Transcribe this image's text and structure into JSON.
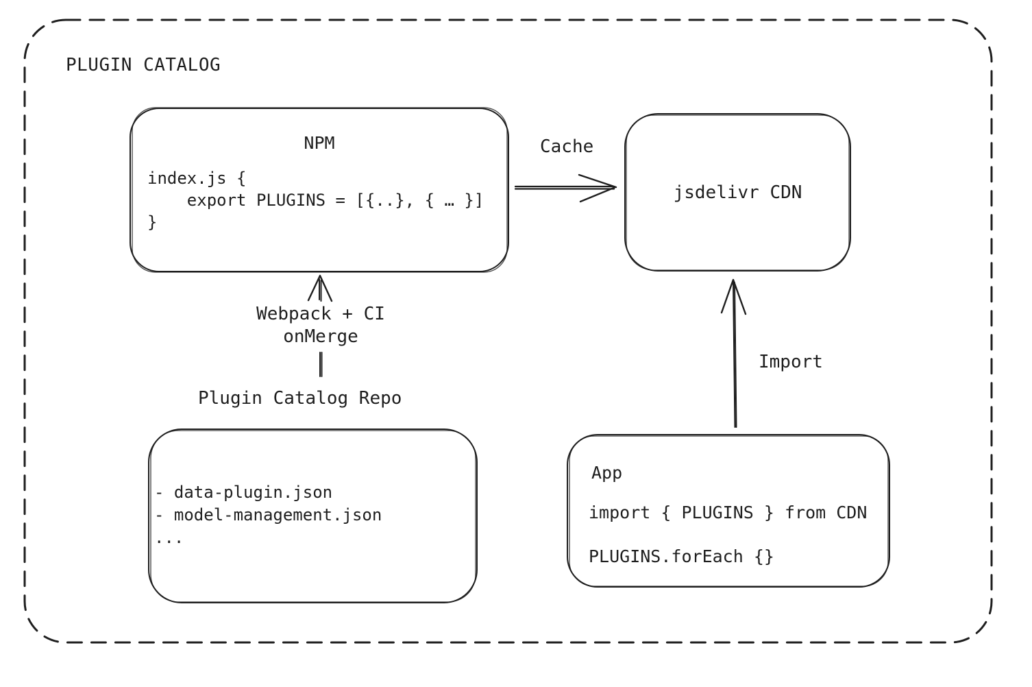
{
  "title": "PLUGIN CATALOG",
  "colors": {
    "ink": "#1e1e1e",
    "background": "#ffffff"
  },
  "nodes": {
    "npm": {
      "title": "NPM",
      "code": "index.js {\n    export PLUGINS = [{..}, { … }]\n}"
    },
    "cdn": {
      "title": "jsdelivr CDN"
    },
    "repo": {
      "heading": "Plugin Catalog Repo",
      "files": "- data-plugin.json\n- model-management.json\n..."
    },
    "app": {
      "title": "App",
      "import_line": "import { PLUGINS } from CDN",
      "foreach_line": "PLUGINS.forEach {}"
    }
  },
  "edges": {
    "cache": {
      "label": "Cache",
      "from": "NPM",
      "to": "jsdelivr CDN"
    },
    "build": {
      "label": "Webpack + CI\nonMerge",
      "from": "Plugin Catalog Repo",
      "to": "NPM"
    },
    "import": {
      "label": "Import",
      "from": "App",
      "to": "jsdelivr CDN"
    }
  }
}
